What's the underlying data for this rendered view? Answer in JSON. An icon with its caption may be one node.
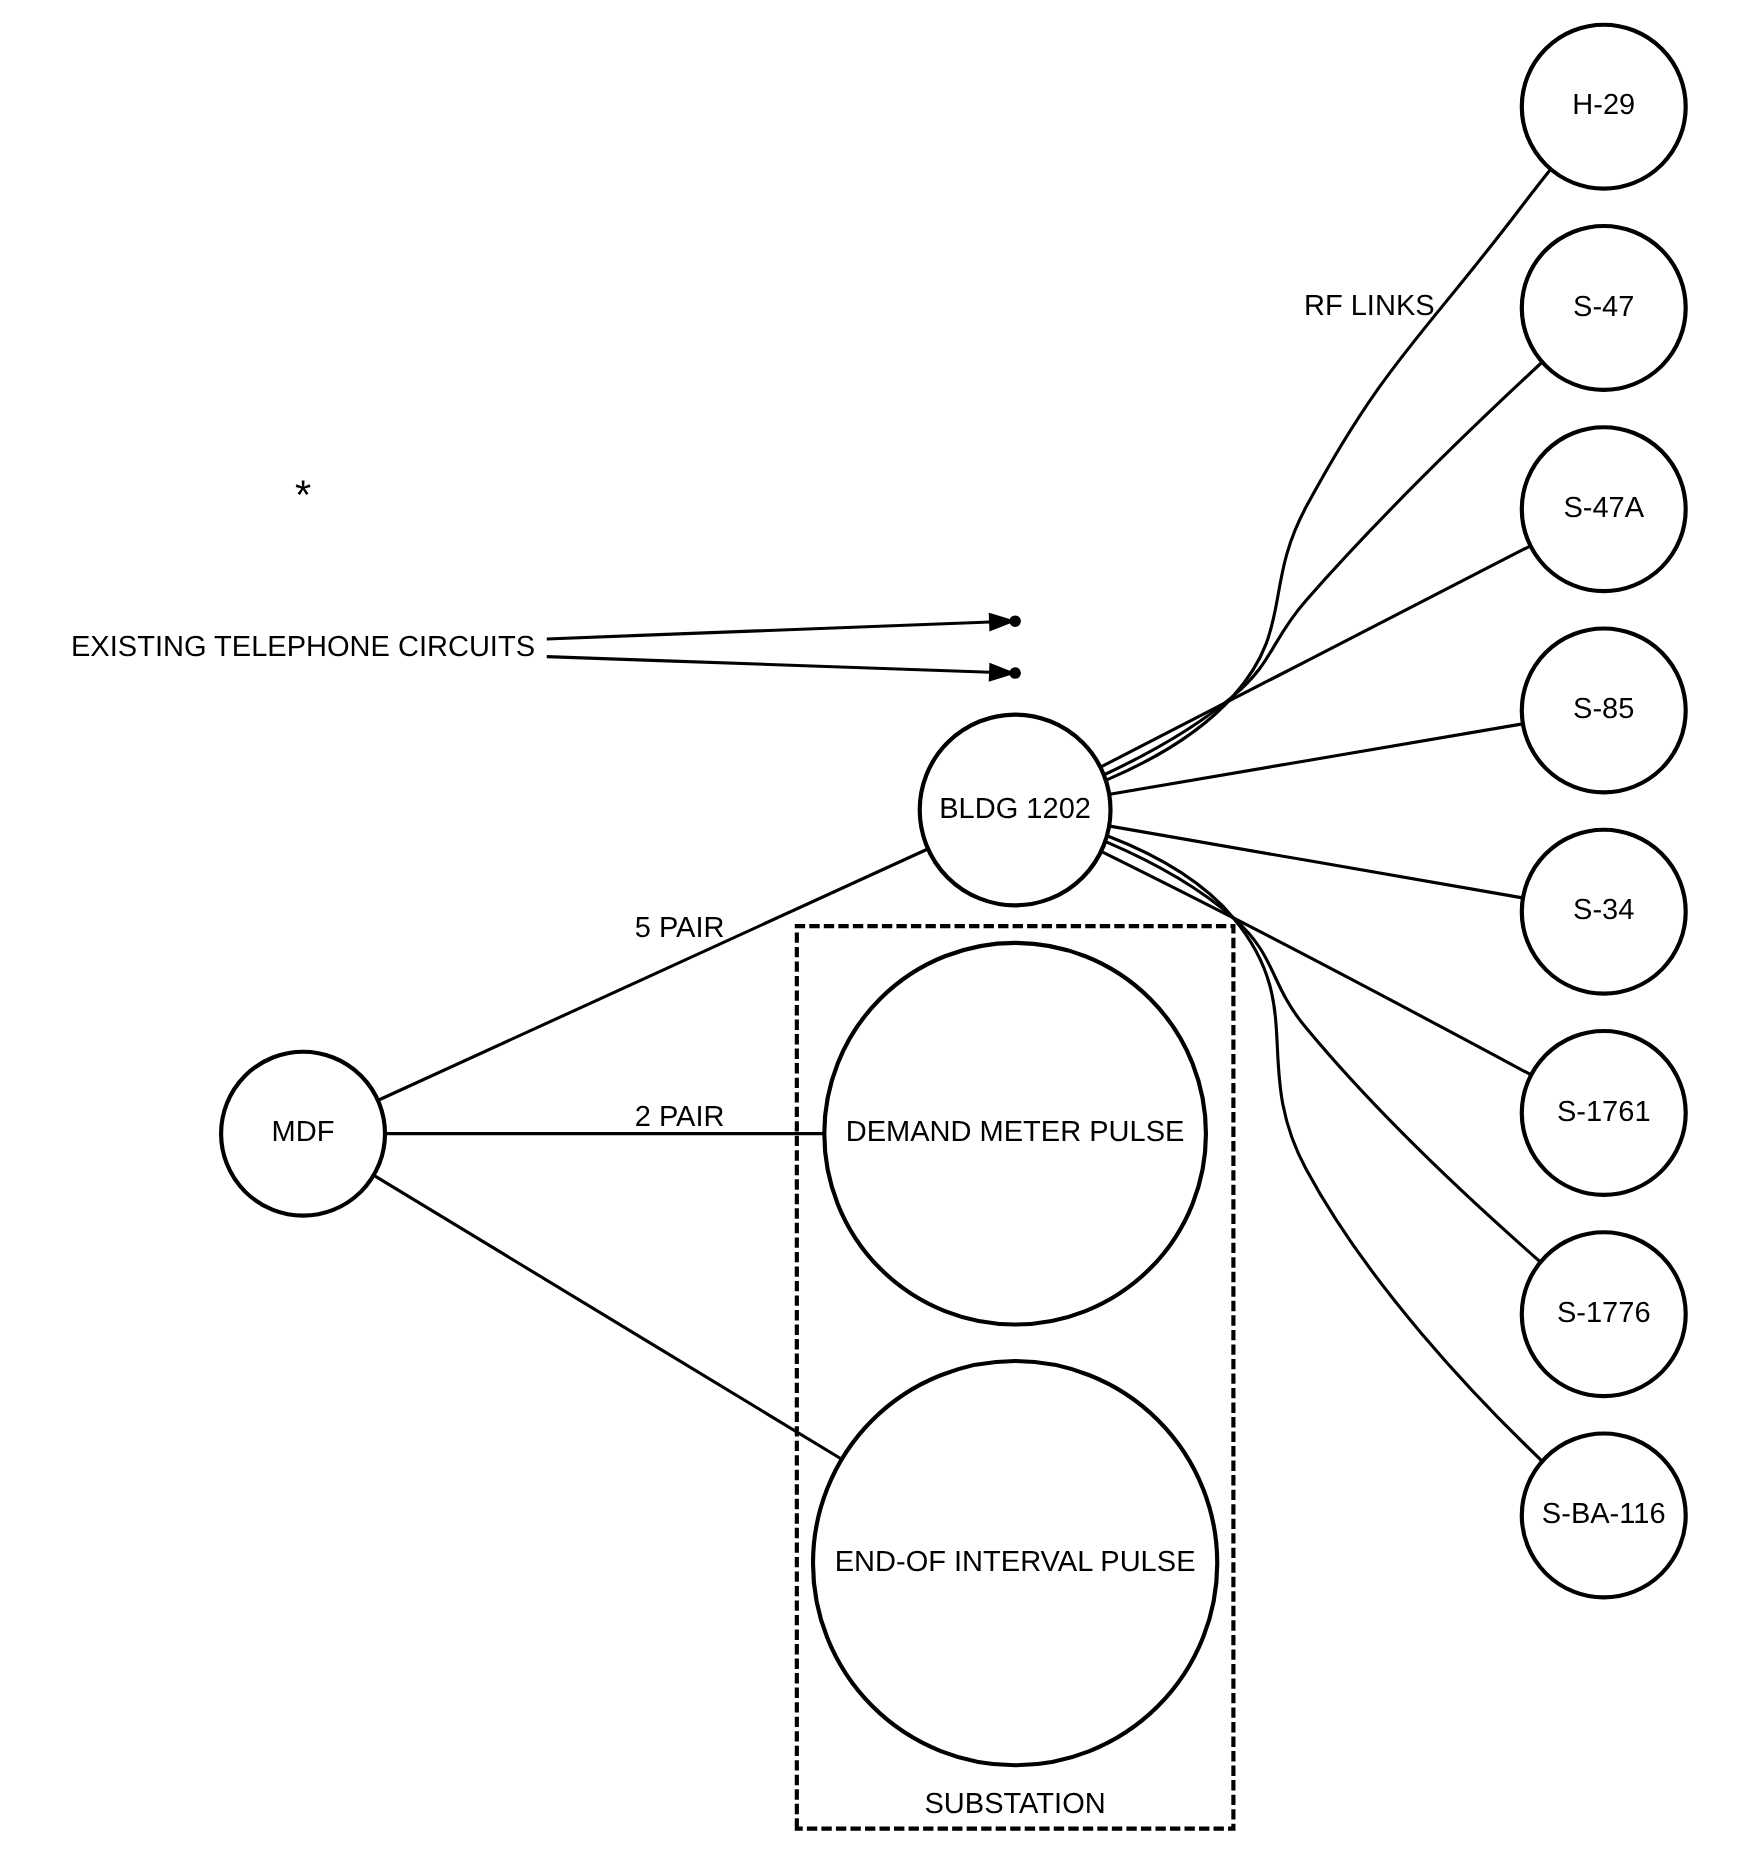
{
  "diagram": {
    "nodes": [
      {
        "text": [
          "MDF"
        ]
      },
      {
        "text": [
          "BLDG 1202"
        ]
      },
      {
        "text": [
          "H-29"
        ]
      },
      {
        "text": [
          "S-47"
        ]
      },
      {
        "text": [
          "S-47A"
        ]
      },
      {
        "text": [
          "S-85"
        ]
      },
      {
        "text": [
          "S-34"
        ]
      },
      {
        "text": [
          "S-1761"
        ]
      },
      {
        "text": [
          "S-1776"
        ]
      },
      {
        "text": [
          "S-BA-116"
        ]
      },
      {
        "text": [
          "SUBSTATION"
        ]
      },
      {
        "text": [
          "DEMAND METER PULSE"
        ],
        "in": 10
      },
      {
        "text": [
          "END-OF INTERVAL PULSE"
        ],
        "in": 10
      },
      {
        "text": [
          "EXISTING TELEPHONE CIRCUITS"
        ],
        "beside": [
          "*"
        ]
      }
    ],
    "edges": [
      {
        "from": 0,
        "to": 1,
        "arrow": "none",
        "label": "5 PAIR"
      },
      {
        "from": 1,
        "to": 2,
        "arrow": "none",
        "label": "RF LINKS"
      },
      {
        "from": 1,
        "to": 3,
        "arrow": "none"
      },
      {
        "from": 1,
        "to": 4,
        "arrow": "none"
      },
      {
        "from": 1,
        "to": 5,
        "arrow": "none"
      },
      {
        "from": 1,
        "to": 6,
        "arrow": "none"
      },
      {
        "from": 1,
        "to": 7,
        "arrow": "none"
      },
      {
        "from": 1,
        "to": 8,
        "arrow": "none"
      },
      {
        "from": 1,
        "to": 9,
        "arrow": "none"
      },
      {
        "from": 0,
        "to": 11,
        "arrow": "none",
        "label": "2 PAIR"
      },
      {
        "from": 0,
        "to": 12,
        "arrow": "none"
      },
      {
        "from": 13,
        "to": null,
        "arrow": "to"
      },
      {
        "from": 13,
        "to": null,
        "arrow": "to"
      }
    ]
  }
}
